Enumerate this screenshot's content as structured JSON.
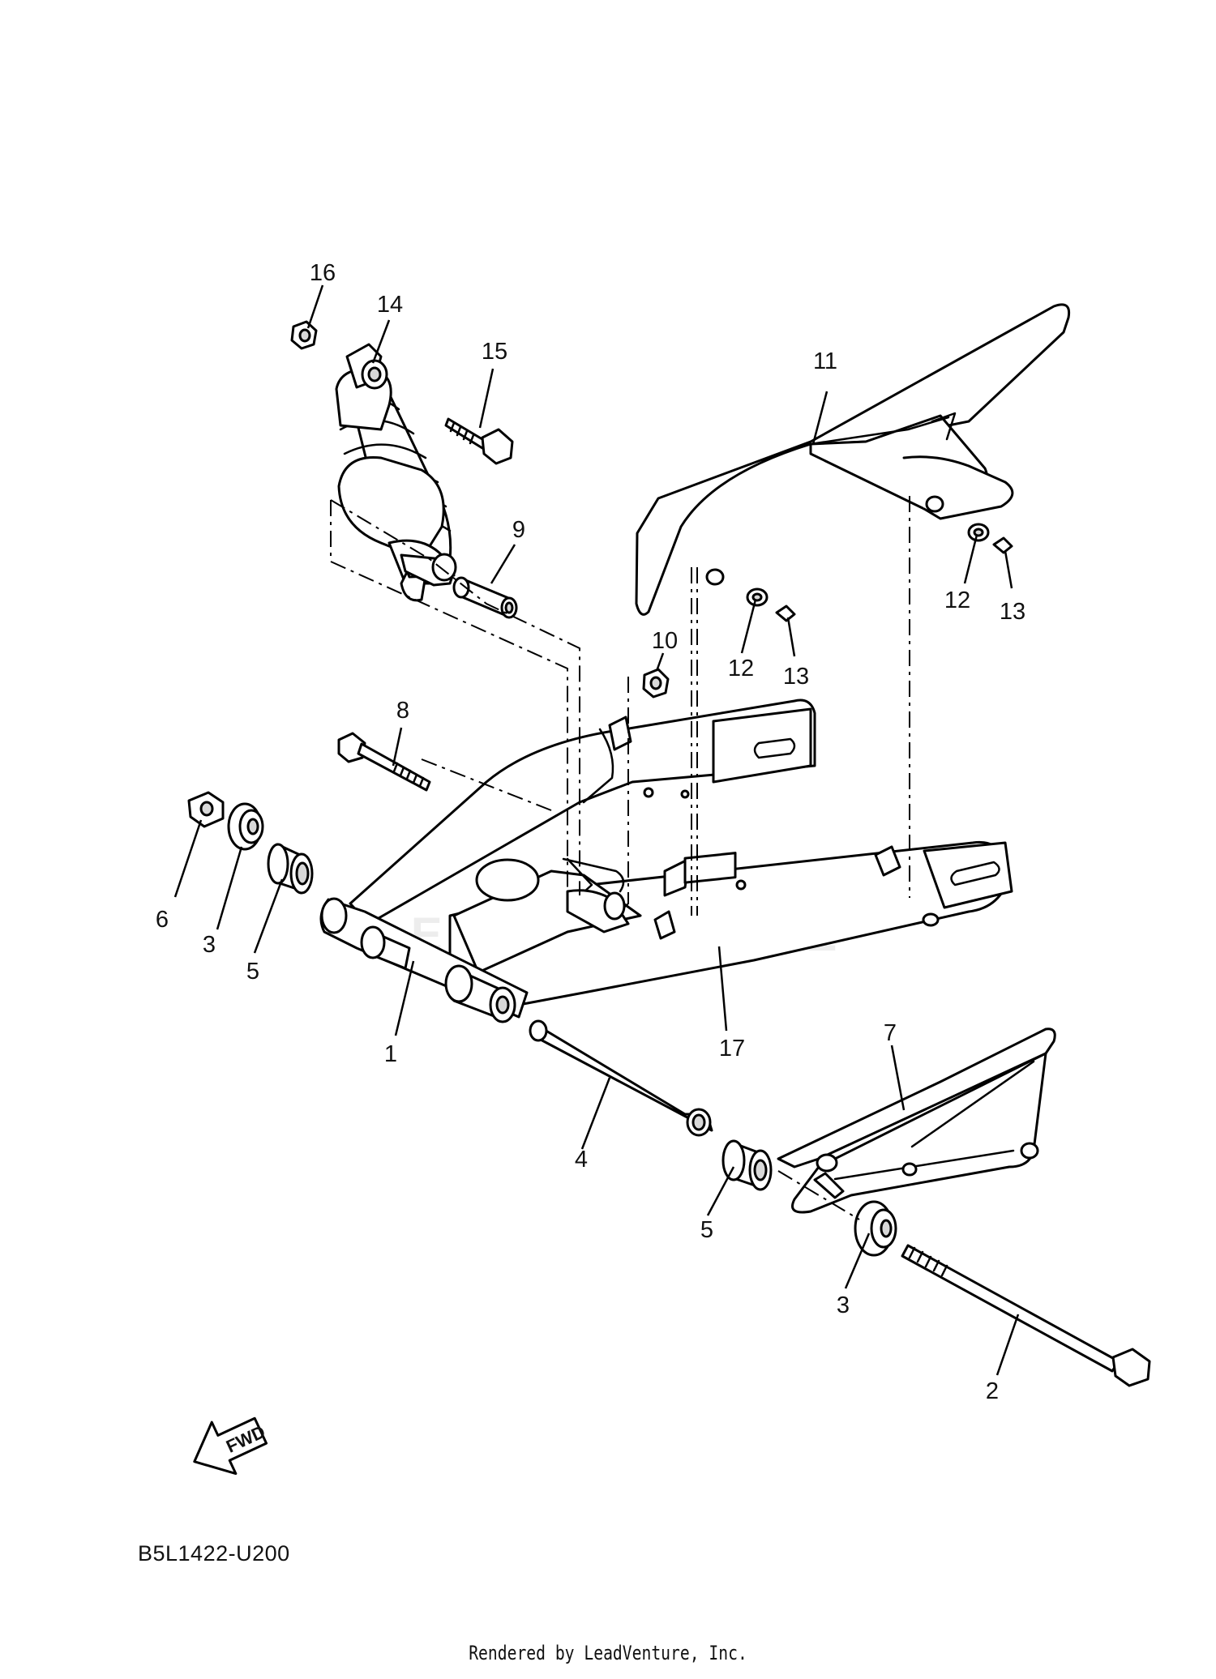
{
  "diagram": {
    "code": "B5L1422-U200",
    "watermark": "LEADVENTURE",
    "footer": "Rendered by LeadVenture, Inc.",
    "direction_badge": "FWD",
    "callouts": {
      "c1": "1",
      "c2": "2",
      "c3a": "3",
      "c3b": "3",
      "c4": "4",
      "c5a": "5",
      "c5b": "5",
      "c6": "6",
      "c7": "7",
      "c8": "8",
      "c9": "9",
      "c10": "10",
      "c11": "11",
      "c12a": "12",
      "c12b": "12",
      "c13a": "13",
      "c13b": "13",
      "c14": "14",
      "c15": "15",
      "c16": "16",
      "c17": "17"
    }
  }
}
